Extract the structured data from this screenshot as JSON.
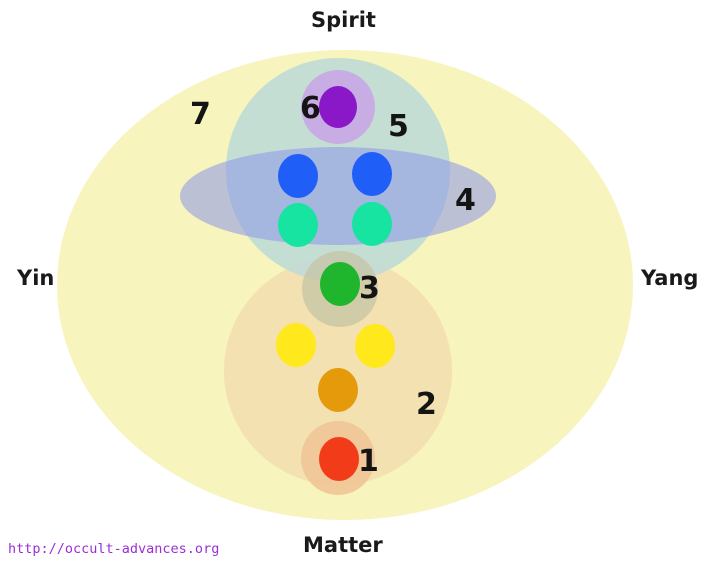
{
  "labels": {
    "top": "Spirit",
    "bottom": "Matter",
    "left": "Yin",
    "right": "Yang"
  },
  "numbers": [
    "1",
    "2",
    "3",
    "4",
    "5",
    "6",
    "7"
  ],
  "source_url": "http://occult-advances.org",
  "colors": {
    "outer_field": "#f6f3b6",
    "upper_sphere": "#bcd9d8",
    "lower_sphere": "#f3ddb0",
    "horizontal_band": "#8a96e8",
    "crown_halo": "#c7a7e4",
    "crown_center": "#8a18c9",
    "blue_centers": "#1f5ef7",
    "teal_centers": "#16e4a0",
    "heart_center": "#1fb52c",
    "yellow_centers": "#ffe81c",
    "sacral_center": "#e59a0c",
    "root_center": "#f23b19",
    "url_text": "#9b2fd6"
  }
}
